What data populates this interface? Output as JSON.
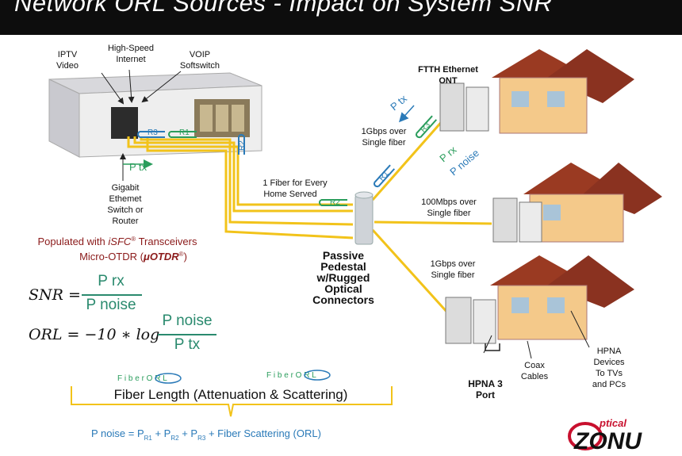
{
  "title": "Network ORL Sources - Impact on System SNR",
  "labels": {
    "iptv": [
      "IPTV",
      "Video"
    ],
    "internet": [
      "High-Speed",
      "Internet"
    ],
    "voip": [
      "VOIP",
      "Softswitch"
    ],
    "switch": [
      "Gigabit",
      "Ethemet",
      "Switch or",
      "Router"
    ],
    "populated_line1_pre": "Populated with ",
    "populated_line1_brand": "iSFC",
    "populated_line1_post": " Transceivers",
    "populated_line2_pre": "Micro-OTDR (",
    "populated_line2_brand": "μOTDR",
    "populated_line2_post": ")",
    "reg": "®",
    "fiber_every_home": [
      "1 Fiber for Every",
      "Home Served"
    ],
    "pedestal": [
      "Passive",
      "Pedestal",
      "w/Rugged",
      "Optical",
      "Connectors"
    ],
    "ftth": [
      "FTTH Ethernet",
      "ONT"
    ],
    "gbps_top": [
      "1Gbps over",
      "Single fiber"
    ],
    "mbps_mid": [
      "100Mbps over",
      "Single fiber"
    ],
    "gbps_bottom": [
      "1Gbps over",
      "Single fiber"
    ],
    "coax": [
      "Coax",
      "Cables"
    ],
    "hpna_port": [
      "HPNA 3",
      "Port"
    ],
    "hpna_devices": [
      "HPNA",
      "Devices",
      "To TVs",
      "and PCs"
    ],
    "ptx_left": "P tx",
    "ptx_right": "P tx",
    "prx": "P rx",
    "pnoise": "P noise",
    "r1": "R1",
    "r2": "R2",
    "r3": "R3",
    "fiber_orl_1": "F i b e r   O R L",
    "fiber_orl_2": "F i b e r   O R L",
    "fiber_length": "Fiber Length (Attenuation & Scattering)",
    "pnoise_eq": "P noise = P",
    "pnoise_eq_tail": " + Fiber Scattering (ORL)"
  },
  "formulas": {
    "snr_lhs": "SNR =",
    "snr_num": "P rx",
    "snr_den": "P noise",
    "orl_lhs": "ORL = −10 ∗ log",
    "orl_num": "P noise",
    "orl_den": "P tx"
  },
  "logo": {
    "top": "ptical",
    "main": "ZONU"
  },
  "colors": {
    "fiber": "#f2c31a",
    "green": "#2a9d5c",
    "blue": "#2a7ab8",
    "teal": "#2a8a6e",
    "maroon": "#8b1a1a",
    "red": "#c8102e"
  }
}
